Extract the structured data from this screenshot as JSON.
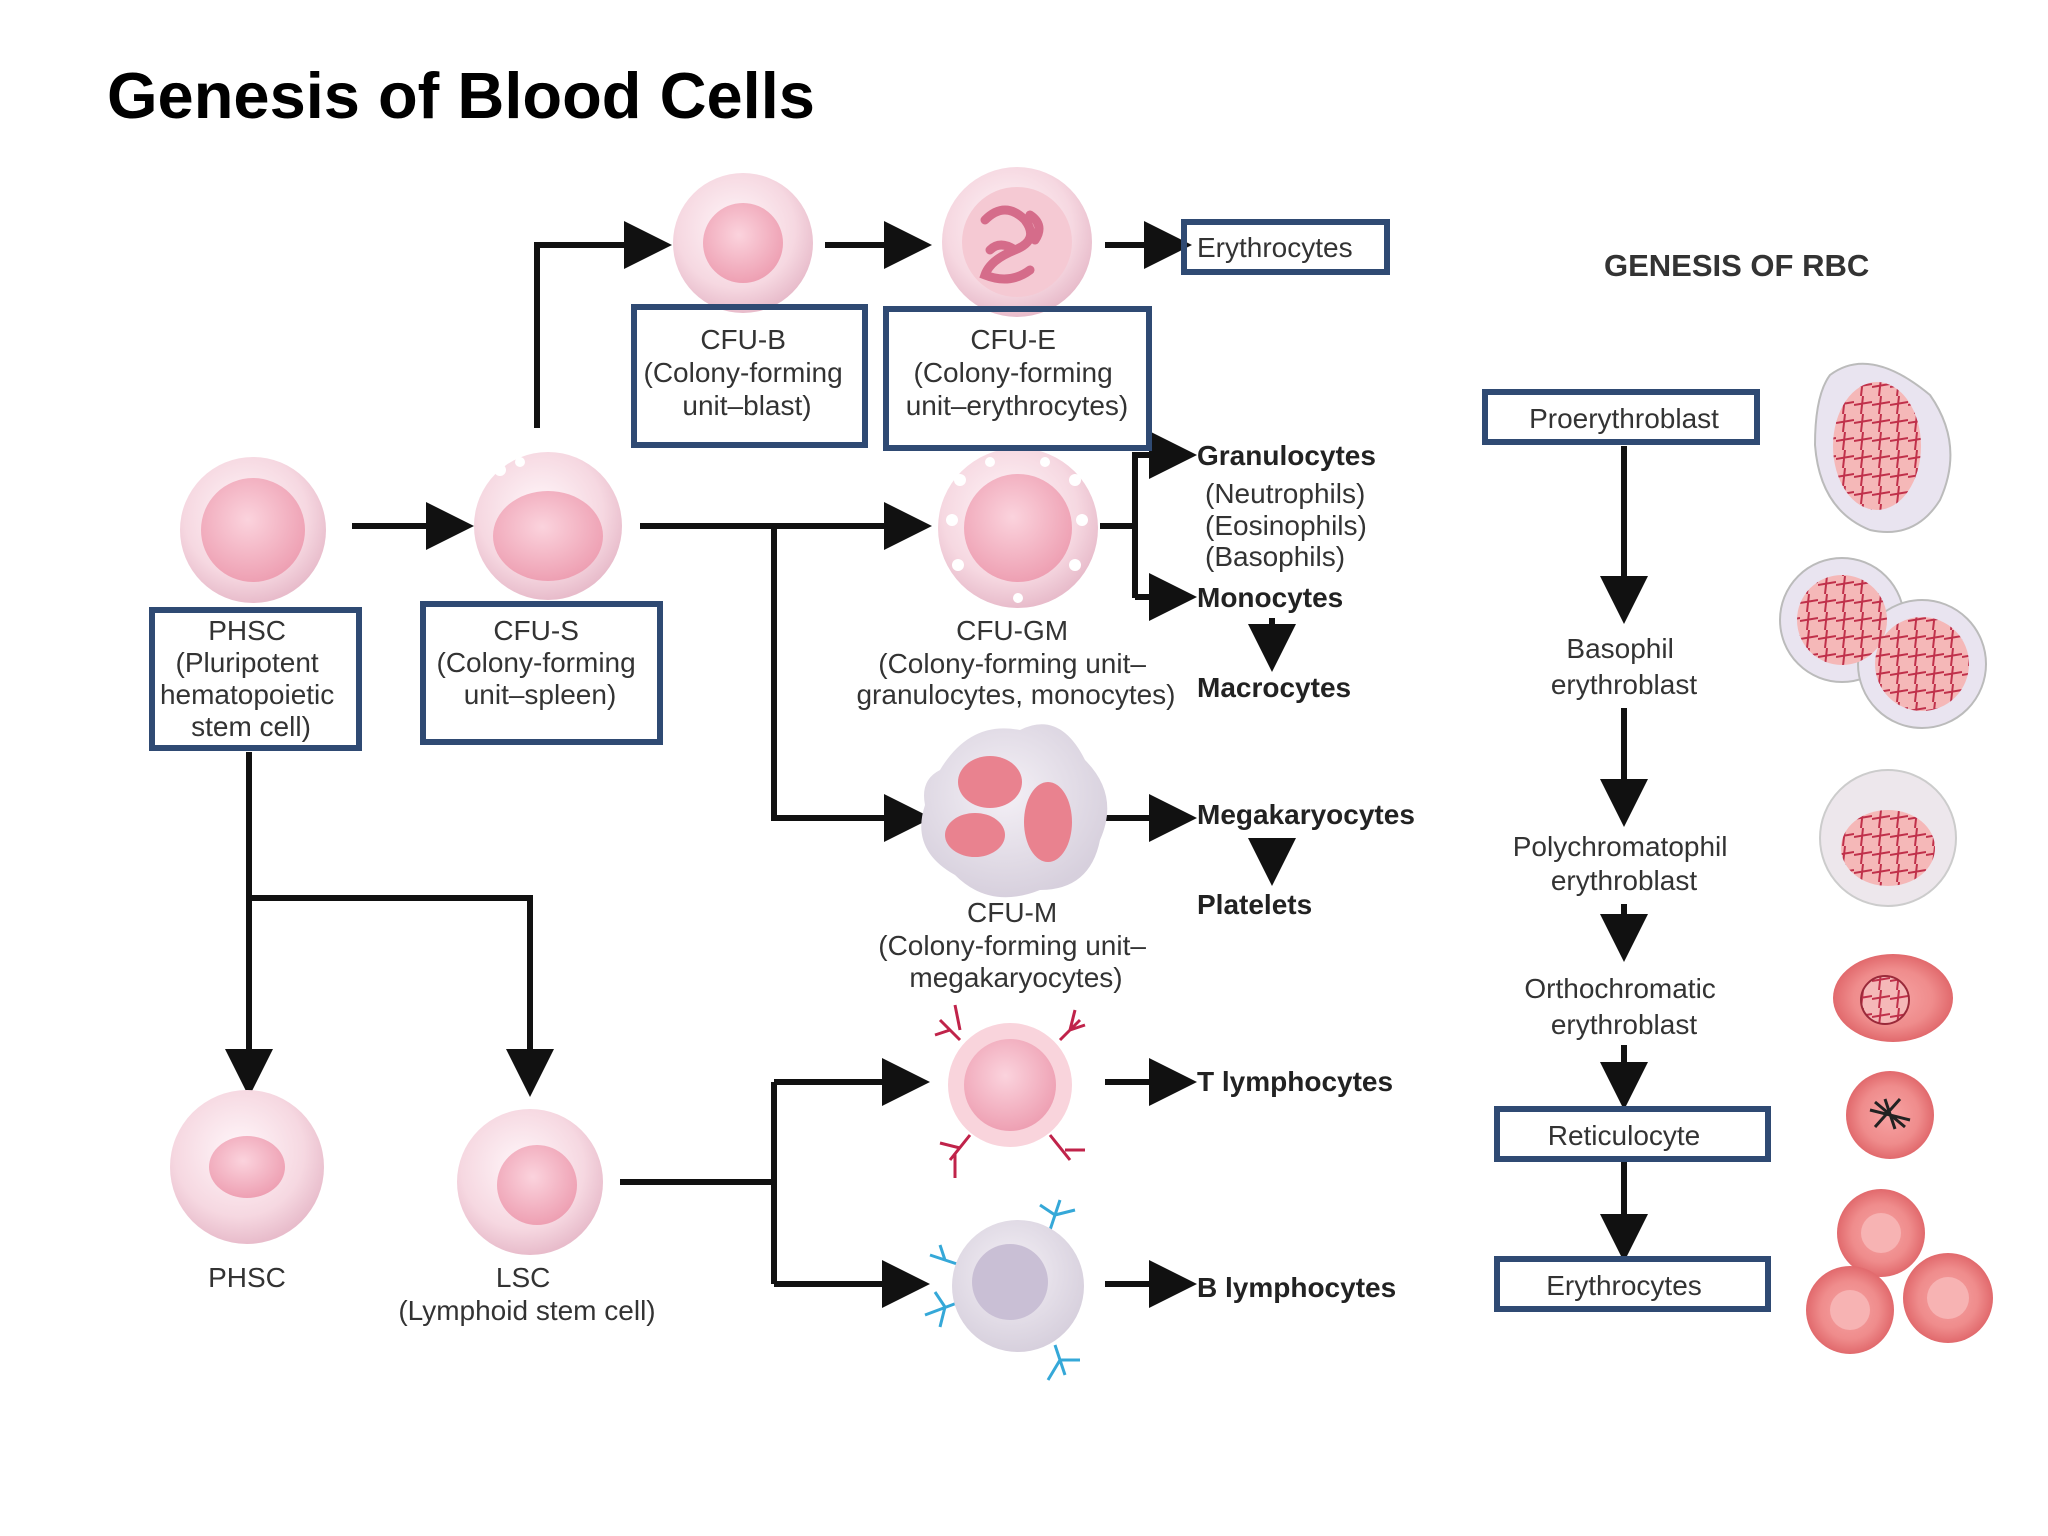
{
  "title": "Genesis of Blood Cells",
  "colors": {
    "box_border": "#2f4a73",
    "cell_fill": "#f6d8e1",
    "nucleus": "#f2a4b6",
    "rbc": "#e8757a",
    "t_spike": "#c0234a",
    "b_spike": "#35a8d8"
  },
  "lineage": {
    "phsc": [
      "PHSC",
      "(Pluripotent",
      "hematopoietic",
      "stem cell)"
    ],
    "cfu_s": [
      "CFU-S",
      "(Colony-forming",
      "unit–spleen)"
    ],
    "cfu_b": [
      "CFU-B",
      "(Colony-forming",
      "unit–blast)"
    ],
    "cfu_e": [
      "CFU-E",
      "(Colony-forming",
      "unit–erythrocytes)"
    ],
    "cfu_gm": [
      "CFU-GM",
      "(Colony-forming unit–",
      "granulocytes, monocytes)"
    ],
    "cfu_m": [
      "CFU-M",
      "(Colony-forming unit–",
      "megakaryocytes)"
    ],
    "phsc_bottom": "PHSC",
    "lsc": [
      "LSC",
      "(Lymphoid stem cell)"
    ]
  },
  "outputs": {
    "erythrocytes": "Erythrocytes",
    "granulocytes": "Granulocytes",
    "granulocyte_types": [
      "(Neutrophils)",
      "(Eosinophils)",
      "(Basophils)"
    ],
    "monocytes": "Monocytes",
    "macrocytes": "Macrocytes",
    "megakaryocytes": "Megakaryocytes",
    "platelets": "Platelets",
    "t_lymphocytes": "T lymphocytes",
    "b_lymphocytes": "B lymphocytes"
  },
  "rbc_genesis": {
    "heading": "GENESIS OF RBC",
    "stages": [
      [
        "Proerythroblast"
      ],
      [
        "Basophil",
        "erythroblast"
      ],
      [
        "Polychromatophil",
        "erythroblast"
      ],
      [
        "Orthochromatic",
        "erythroblast"
      ],
      [
        "Reticulocyte"
      ],
      [
        "Erythrocytes"
      ]
    ]
  }
}
